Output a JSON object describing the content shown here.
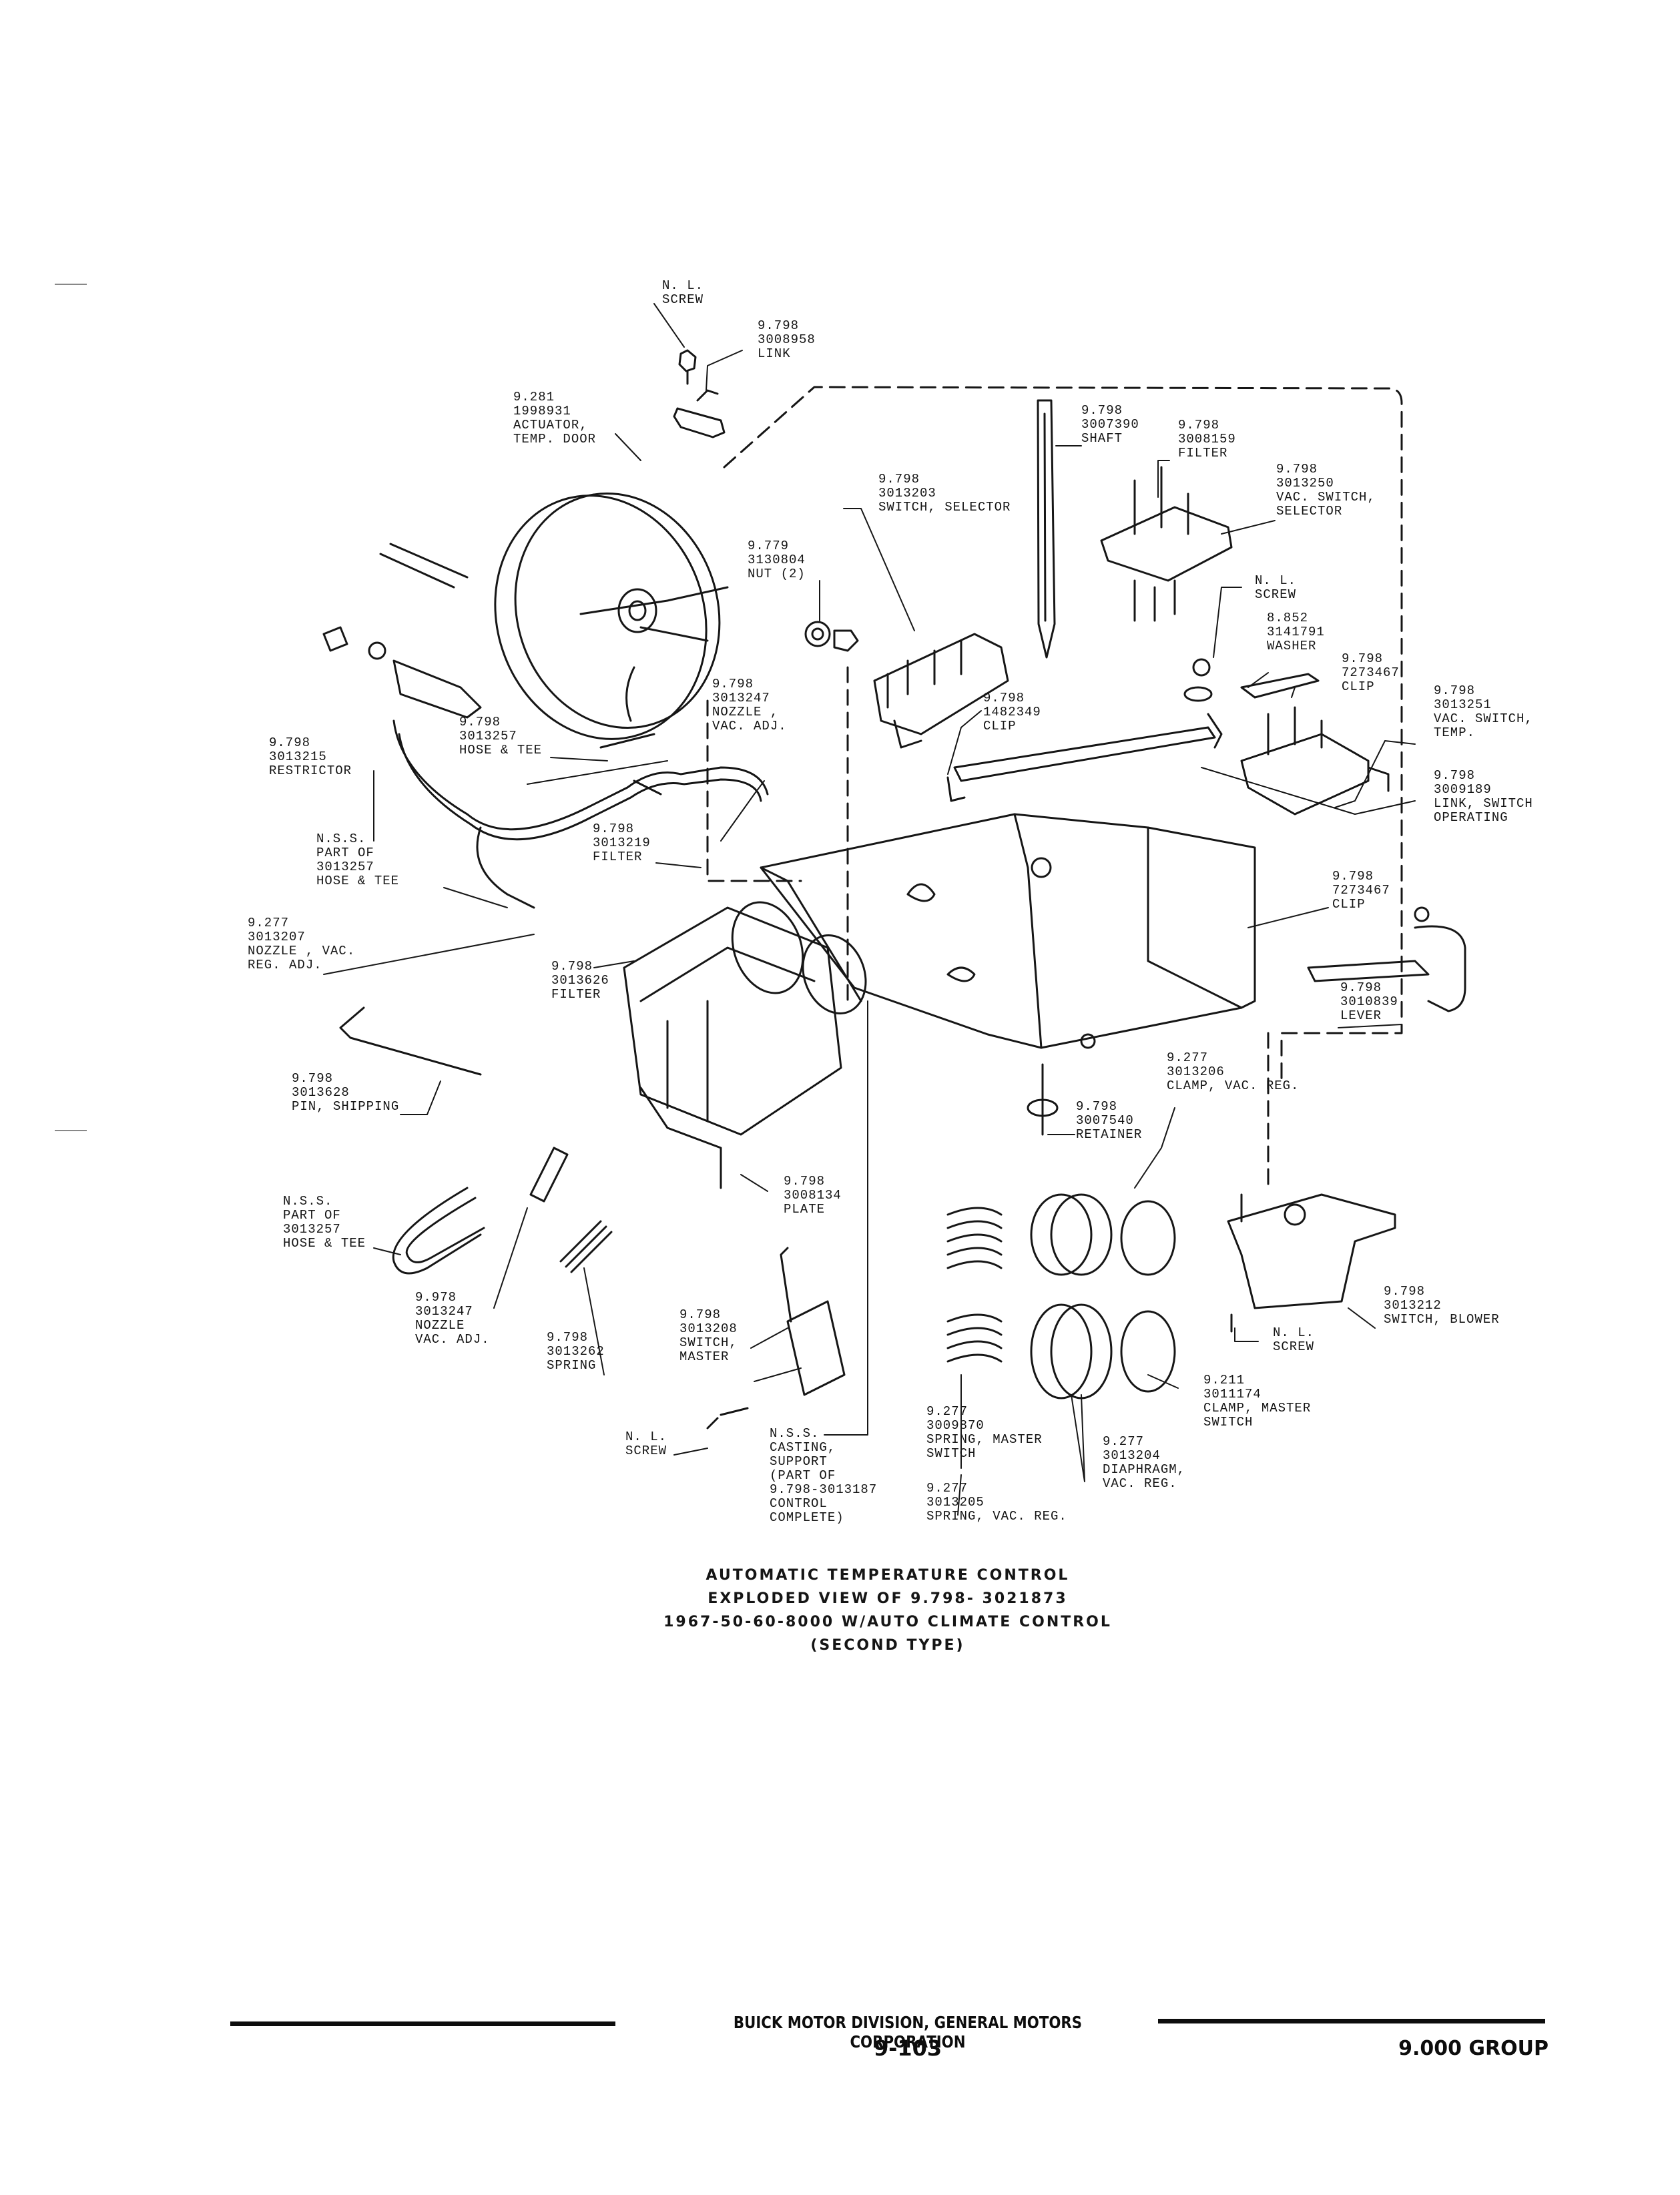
{
  "labels": {
    "nl_screw_top": [
      "N. L.",
      "SCREW"
    ],
    "link": [
      "9.798",
      "3008958",
      "LINK"
    ],
    "actuator": [
      "9.281",
      "1998931",
      "ACTUATOR,",
      "TEMP. DOOR"
    ],
    "shaft": [
      "9.798",
      "3007390",
      "SHAFT"
    ],
    "filter_top": [
      "9.798",
      "3008159",
      "FILTER"
    ],
    "vac_switch_selector": [
      "9.798",
      "3013250",
      "VAC. SWITCH,",
      "SELECTOR"
    ],
    "switch_selector": [
      "9.798",
      "3013203",
      "SWITCH, SELECTOR"
    ],
    "nut": [
      "9.779",
      "3130804",
      "NUT  (2)"
    ],
    "nl_screw_mid": [
      "N. L.",
      "SCREW"
    ],
    "washer": [
      "8.852",
      "3141791",
      "WASHER"
    ],
    "clip_top": [
      "9.798",
      "7273467",
      "CLIP"
    ],
    "nozzle_top": [
      "9.798",
      "3013247",
      "NOZZLE ,",
      "VAC. ADJ."
    ],
    "clip_mid": [
      "9.798",
      "1482349",
      "CLIP"
    ],
    "vac_switch_temp": [
      "9.798",
      "3013251",
      "VAC. SWITCH,",
      "TEMP."
    ],
    "link_switch": [
      "9.798",
      "3009189",
      "LINK, SWITCH",
      "OPERATING"
    ],
    "restrictor": [
      "9.798",
      "3013215",
      "RESTRICTOR"
    ],
    "hose_tee": [
      "9.798",
      "3013257",
      "HOSE & TEE"
    ],
    "nss_part_top": [
      "N.S.S.",
      "PART OF",
      "3013257",
      "HOSE & TEE"
    ],
    "filter_mid": [
      "9.798",
      "3013219",
      "FILTER"
    ],
    "clip_right": [
      "9.798",
      "7273467",
      "CLIP"
    ],
    "nozzle_vac_reg": [
      "9.277",
      "3013207",
      "NOZZLE  , VAC.",
      "REG. ADJ."
    ],
    "filter_low": [
      "9.798",
      "3013626",
      "FILTER"
    ],
    "lever": [
      "9.798",
      "3010839",
      "LEVER"
    ],
    "clamp_vac_reg": [
      "9.277",
      "3013206",
      "CLAMP, VAC. REG."
    ],
    "pin_shipping": [
      "9.798",
      "3013628",
      "PIN, SHIPPING"
    ],
    "retainer": [
      "9.798",
      "3007540",
      "RETAINER"
    ],
    "plate": [
      "9.798",
      "3008134",
      "PLATE"
    ],
    "nss_part_low": [
      "N.S.S.",
      "PART OF",
      "3013257",
      "HOSE & TEE"
    ],
    "nozzle_low": [
      "9.978",
      "3013247",
      "NOZZLE",
      "VAC. ADJ."
    ],
    "spring_low": [
      "9.798",
      "3013262",
      "SPRING"
    ],
    "switch_master": [
      "9.798",
      "3013208",
      "SWITCH,",
      "MASTER"
    ],
    "switch_blower": [
      "9.798",
      "3013212",
      "SWITCH, BLOWER"
    ],
    "nl_screw_right": [
      "N. L.",
      "SCREW"
    ],
    "clamp_master": [
      "9.211",
      "3011174",
      "CLAMP, MASTER",
      "SWITCH"
    ],
    "nl_screw_low": [
      "N. L.",
      "SCREW"
    ],
    "nss_casting": [
      "N.S.S.",
      "CASTING,",
      "SUPPORT",
      "(PART OF",
      "9.798-3013187",
      "CONTROL",
      "COMPLETE)"
    ],
    "spring_master": [
      "9.277",
      "3009870",
      "SPRING, MASTER",
      "SWITCH"
    ],
    "diaphragm": [
      "9.277",
      "3013204",
      "DIAPHRAGM,",
      "VAC. REG."
    ],
    "spring_vac_reg": [
      "9.277",
      "3013205",
      "SPRING, VAC. REG."
    ]
  },
  "caption": {
    "line1": "AUTOMATIC TEMPERATURE CONTROL",
    "line2": "EXPLODED VIEW OF 9.798- 3021873",
    "line3": "1967-50-60-8000 W/AUTO CLIMATE CONTROL",
    "line4": "(SECOND TYPE)"
  },
  "footer": {
    "publisher": "BUICK MOTOR DIVISION, GENERAL MOTORS CORPORATION",
    "page_number": "9-103",
    "group": "9.000 GROUP"
  }
}
